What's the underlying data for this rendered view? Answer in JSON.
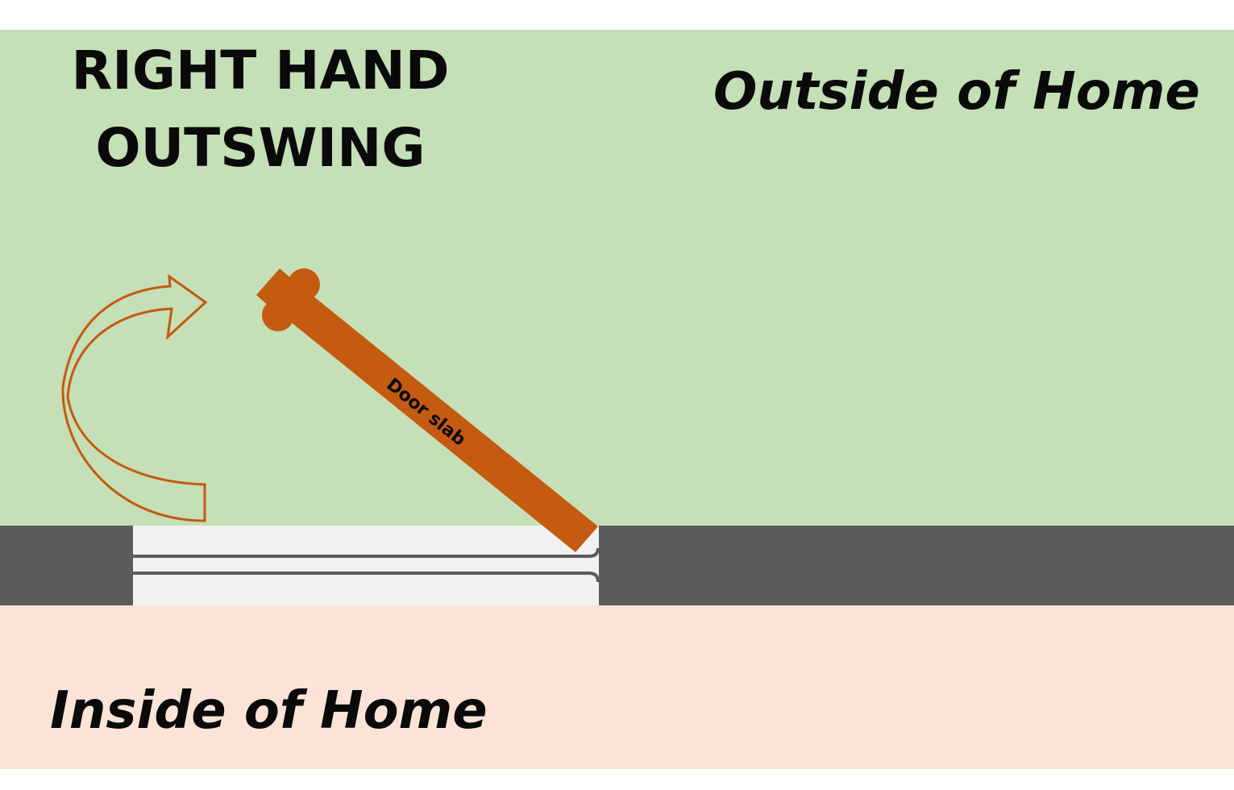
{
  "title_lines": [
    "RIGHT HAND",
    "OUTSWING"
  ],
  "outside_label": "Outside of Home",
  "inside_label": "Inside of Home",
  "door_label": "Door slab",
  "colors": {
    "outside_fill": "#c5dfb6",
    "inside_fill": "#fbe3d7",
    "wall_fill": "#5b5b5b",
    "threshold_fill": "#f1f1f1",
    "door_fill": "#c55a11",
    "arrow_stroke": "#c55a11",
    "text": "#0a0a0a"
  },
  "icons": {
    "swing_arrow": "curved-arrow-icon",
    "hinge": "hinge-icon"
  }
}
